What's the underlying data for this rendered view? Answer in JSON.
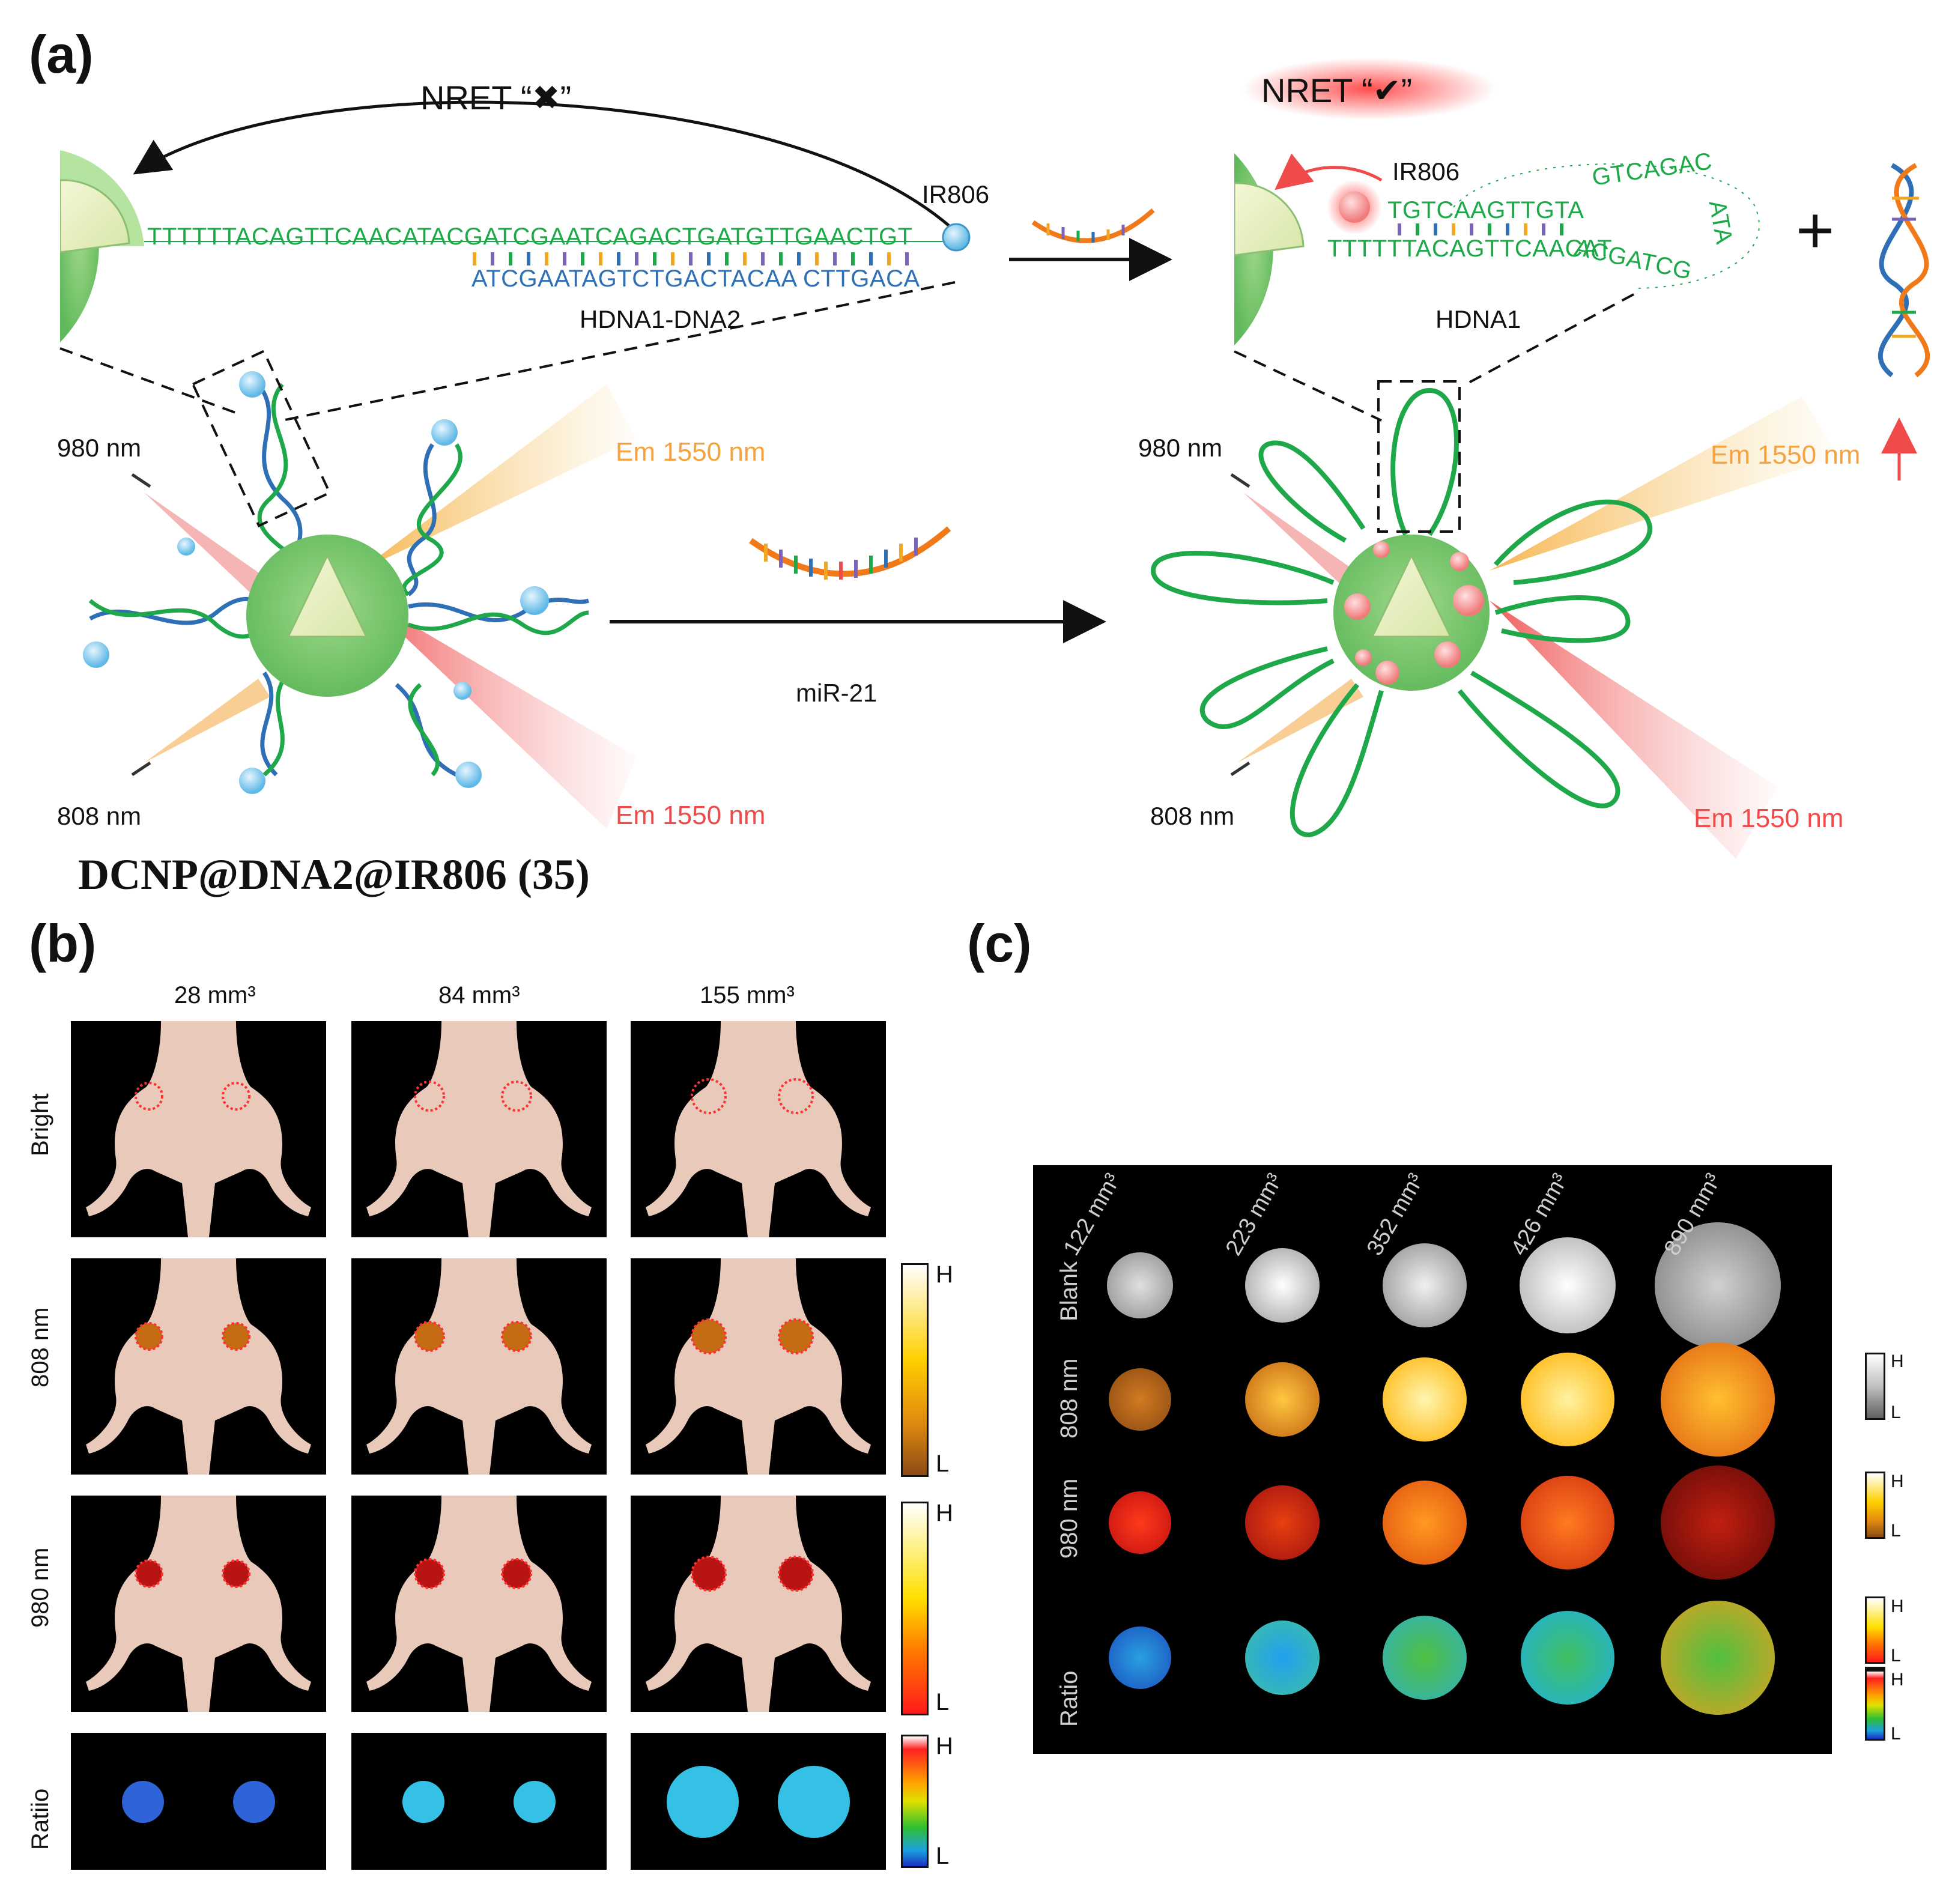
{
  "panels": {
    "a": "(a)",
    "b": "(b)",
    "c": "(c)"
  },
  "panel_a": {
    "nret_off": "NRET “✖”",
    "nret_on": "NRET “✔”",
    "ir806_left": "IR806",
    "ir806_right": "IR806",
    "seq_top_left": "TTTTTTACAGTTCAACATACGATCGAATCAGACTGATGTTGAACTGT",
    "seq_bottom_left": "ATCGAATAGTCTGACTACAA CTTGACA",
    "complex_left": "HDNA1-DNA2",
    "seq_right_stem_top": "TGTCAAGTTGTA",
    "seq_right_stem_bottom": "TTTTTTACAGTTCAACAT",
    "seq_right_loop_top": "GTCAGAC",
    "seq_right_loop_side": "ATA",
    "seq_right_loop_bottom": "ACGATCG",
    "complex_right": "HDNA1",
    "plus": "+",
    "ex980_left": "980 nm",
    "ex808_left": "808 nm",
    "ex980_right": "980 nm",
    "ex808_right": "808 nm",
    "em_top_left": "Em 1550 nm",
    "em_bottom_left": "Em 1550 nm",
    "em_top_right": "Em 1550 nm",
    "em_bottom_right": "Em 1550 nm",
    "mirna": "miR-21",
    "caption": "DCNP@DNA2@IR806 (35)"
  },
  "panel_b": {
    "columns": [
      "28 mm³",
      "84 mm³",
      "155 mm³"
    ],
    "rows": [
      "Bright",
      "808 nm",
      "980 nm",
      "Ratiio"
    ],
    "colorbar_high": "H",
    "colorbar_low": "L",
    "colors": {
      "skin": "#e9c9b9",
      "ring": "#ff3030",
      "orange808": "#c56b14",
      "red980": "#b81414",
      "blue_ratio": "#2f63d8",
      "cyan_ratio": "#35c0e6"
    }
  },
  "panel_c": {
    "columns": [
      "122 mm³",
      "223 mm³",
      "352 mm³",
      "426 mm³",
      "890 mm³"
    ],
    "rows": [
      "Blank",
      "808 nm",
      "980 nm",
      "Ratio"
    ],
    "colorbar_high": "H",
    "colorbar_low": "L"
  }
}
